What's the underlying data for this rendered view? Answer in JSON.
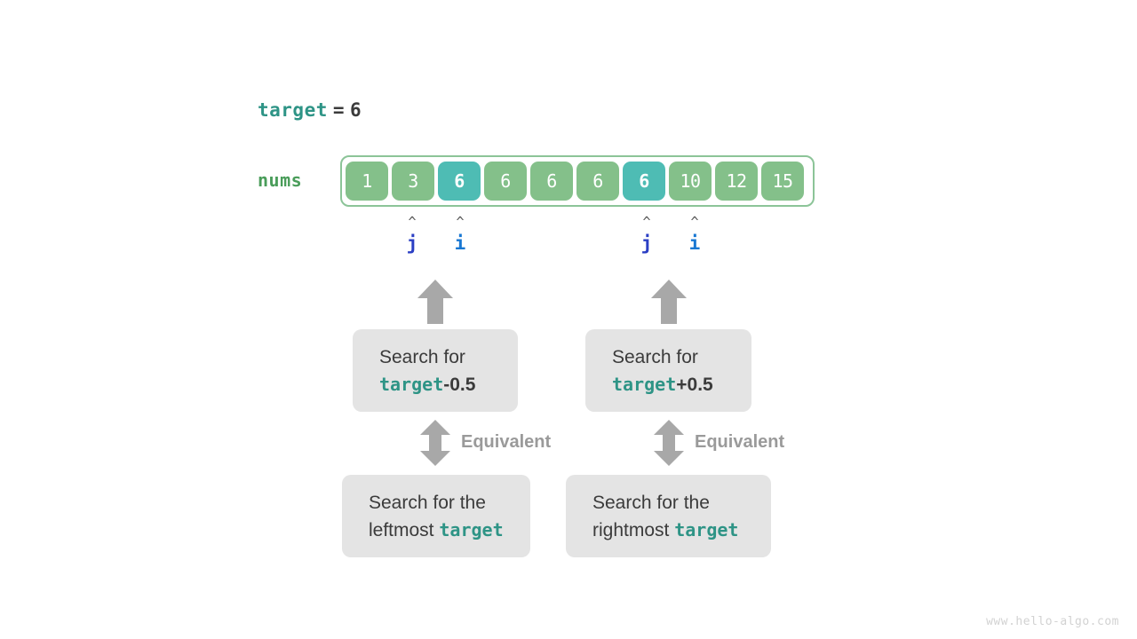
{
  "diagram": {
    "title_expr": {
      "name": "target",
      "operator": "=",
      "value": "6"
    },
    "array": {
      "label": "nums",
      "cells": [
        {
          "value": "1",
          "highlight": false
        },
        {
          "value": "3",
          "highlight": false
        },
        {
          "value": "6",
          "highlight": true
        },
        {
          "value": "6",
          "highlight": false
        },
        {
          "value": "6",
          "highlight": false
        },
        {
          "value": "6",
          "highlight": false
        },
        {
          "value": "6",
          "highlight": true
        },
        {
          "value": "10",
          "highlight": false
        },
        {
          "value": "12",
          "highlight": false
        },
        {
          "value": "15",
          "highlight": false
        }
      ],
      "colors": {
        "cell": "#84c08a",
        "cell_highlight": "#4ebcb4",
        "border": "#8cc498",
        "label": "#4a9d5a"
      }
    },
    "pointers": [
      {
        "caret": "^",
        "name": "j",
        "index": 1,
        "group": "left",
        "color": "#2b3fc4"
      },
      {
        "caret": "^",
        "name": "i",
        "index": 2,
        "group": "left",
        "color": "#1877d2"
      },
      {
        "caret": "^",
        "name": "j",
        "index": 6,
        "group": "right",
        "color": "#2b3fc4"
      },
      {
        "caret": "^",
        "name": "i",
        "index": 7,
        "group": "right",
        "color": "#1877d2"
      }
    ],
    "branches": [
      {
        "side": "left",
        "upper_box": {
          "line1": "Search for",
          "line2_code": "target",
          "line2_suffix": "-0.5"
        },
        "equivalent_label": "Equivalent",
        "lower_box": {
          "line1": "Search for the",
          "line2_prefix": "leftmost ",
          "line2_code": "target"
        }
      },
      {
        "side": "right",
        "upper_box": {
          "line1": "Search for",
          "line2_code": "target",
          "line2_suffix": "+0.5"
        },
        "equivalent_label": "Equivalent",
        "lower_box": {
          "line1": "Search for the",
          "line2_prefix": "rightmost ",
          "line2_code": "target"
        }
      }
    ],
    "colors": {
      "code_teal": "#2e9486",
      "box_bg": "#e4e4e4",
      "text_dark": "#3b3b3b",
      "arrow_gray": "#a8a8a8",
      "equiv_gray": "#9a9a9a"
    },
    "watermark": "www.hello-algo.com"
  }
}
